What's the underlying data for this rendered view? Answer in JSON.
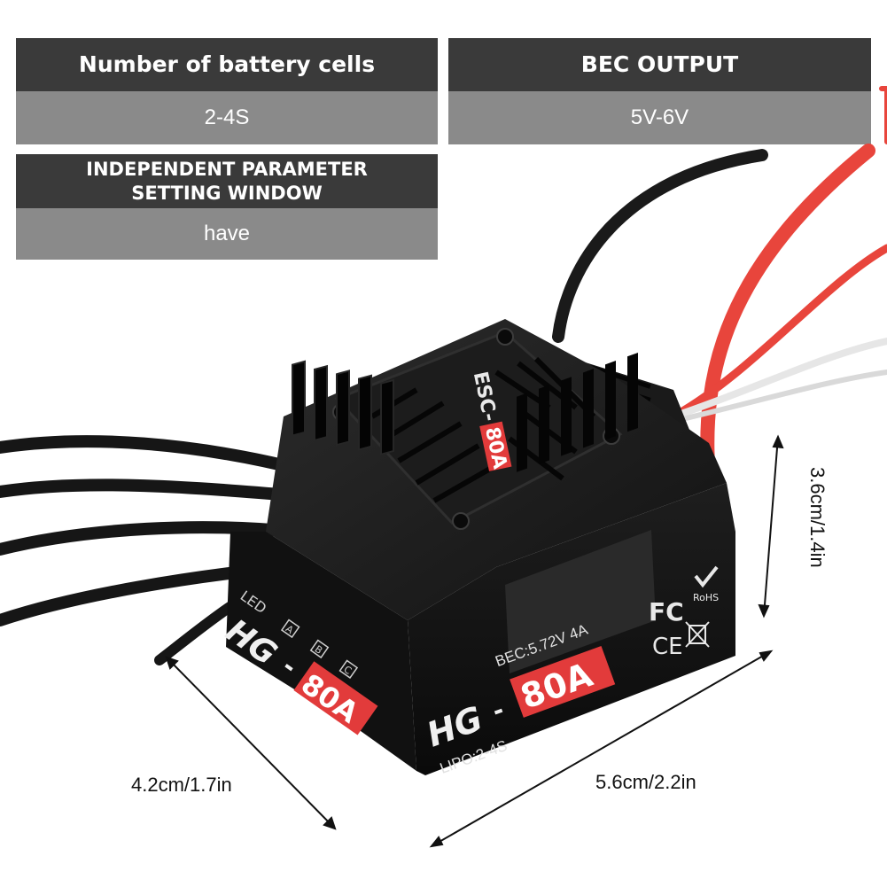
{
  "specs": {
    "cells": {
      "label": "Number of battery cells",
      "value": "2-4S"
    },
    "bec": {
      "label": "BEC OUTPUT",
      "value": "5V-6V"
    },
    "window": {
      "label_line1": "INDEPENDENT PARAMETER",
      "label_line2": "SETTING WINDOW",
      "value": "have"
    }
  },
  "product": {
    "top_label_prefix": "ESC-",
    "top_label_highlight": "80A",
    "front_brand": "HG",
    "front_dash": "-",
    "front_model": "80A",
    "lipo_text": "LIPO:2-4S",
    "bec_text": "BEC:5.72V 4A",
    "side_brand": "HG",
    "side_dash": "-",
    "side_model": "80A",
    "led_text": "LED",
    "port_a": "A",
    "port_b": "B",
    "port_c": "C",
    "fc_mark": "FC",
    "ce_mark": "CE",
    "rohs_mark": "RoHS"
  },
  "dimensions": {
    "depth": "4.2cm/1.7in",
    "width": "5.6cm/2.2in",
    "height": "3.6cm/1.4in"
  },
  "colors": {
    "header_bg": "#3a3a3a",
    "value_bg": "#8a8a8a",
    "body": "#141414",
    "accent_red": "#e23b3b",
    "wire_red": "#e8453c"
  }
}
